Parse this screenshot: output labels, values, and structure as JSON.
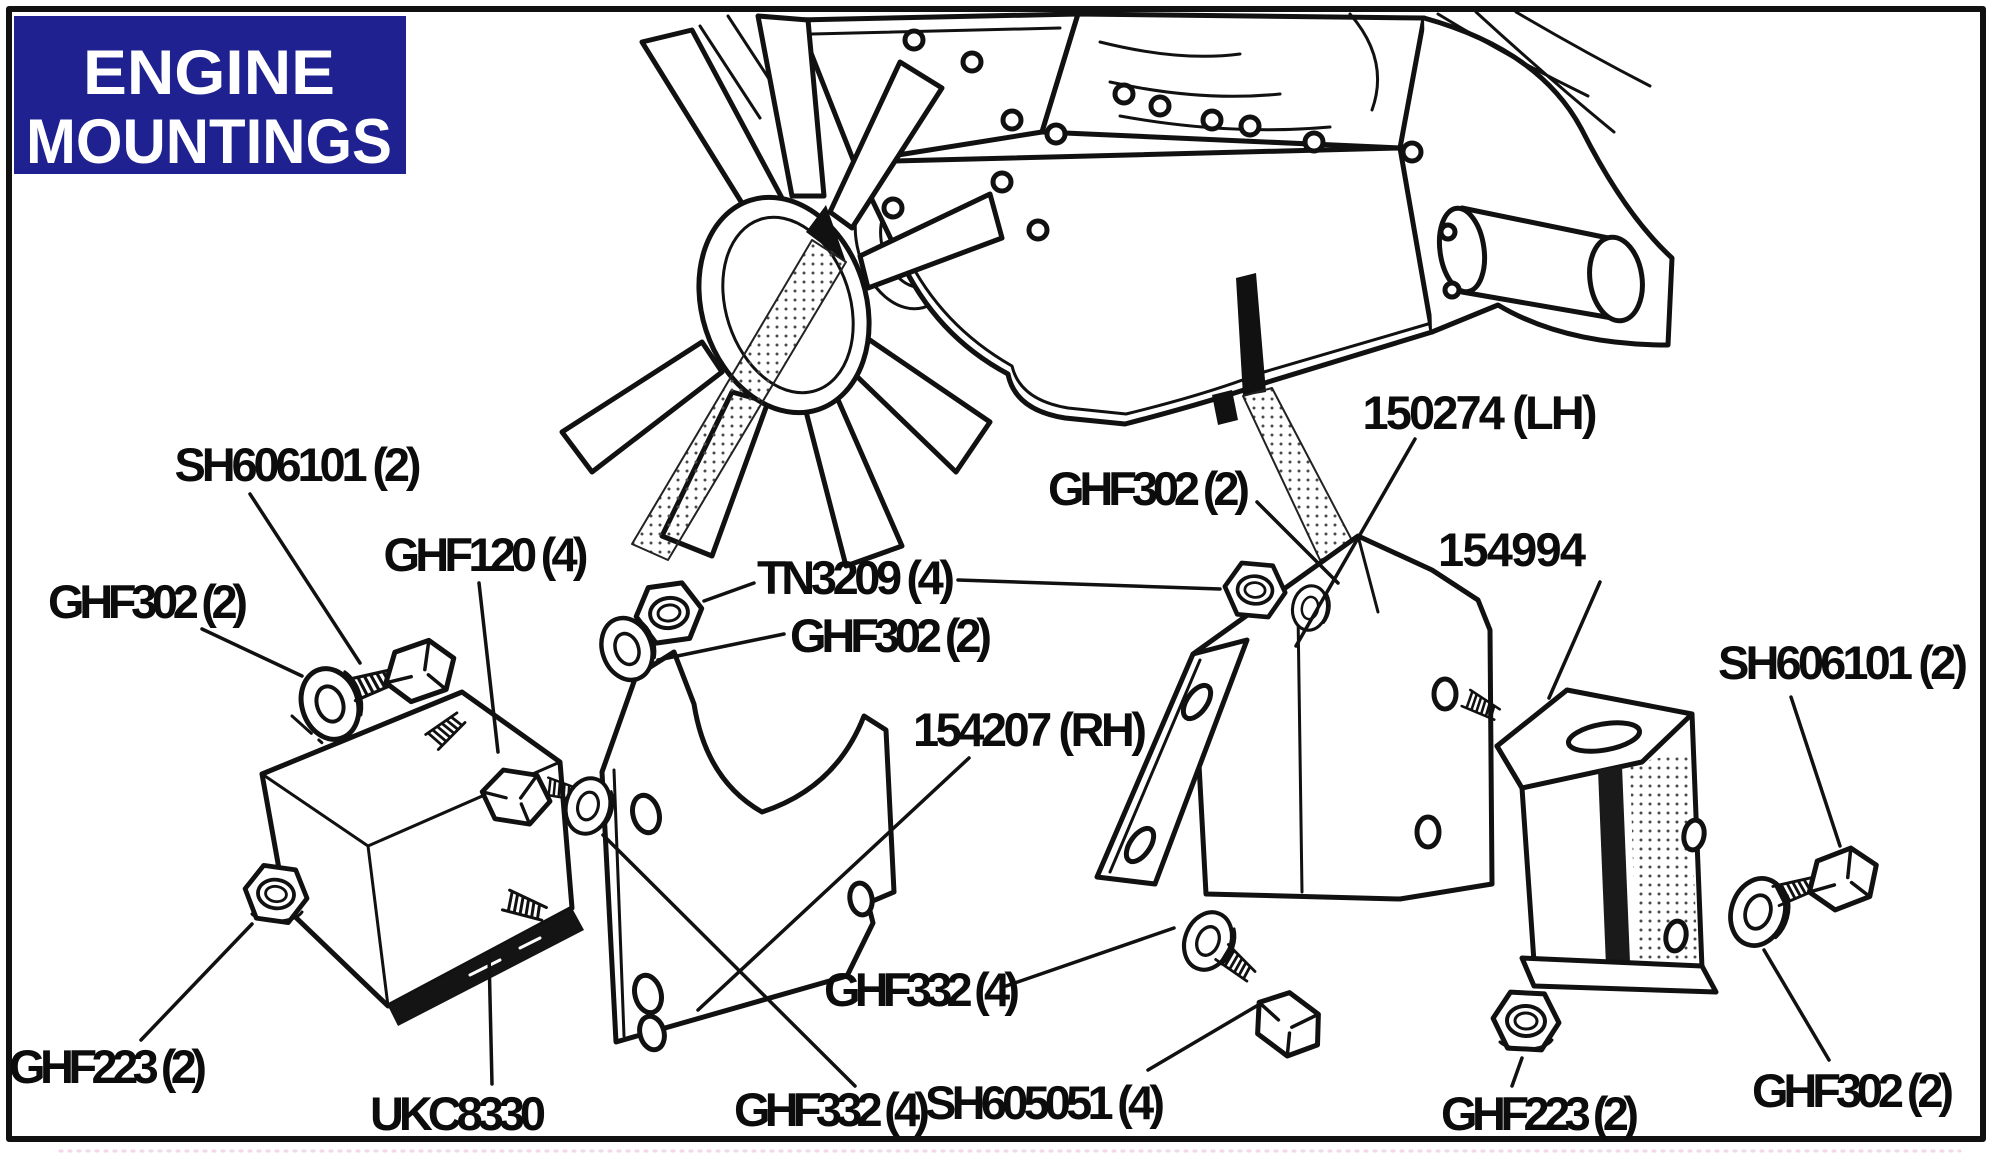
{
  "diagram": {
    "title_lines": [
      "ENGINE",
      "MOUNTINGS"
    ],
    "colors": {
      "title_bg": "#1e218f",
      "title_fg": "#ffffff",
      "line": "#111111",
      "background": "#ffffff"
    },
    "callouts": [
      {
        "id": "sh606101-left",
        "text": "SH606101 (2)"
      },
      {
        "id": "ghf302-left",
        "text": "GHF302 (2)"
      },
      {
        "id": "ghf120",
        "text": "GHF120 (4)"
      },
      {
        "id": "tn3209",
        "text": "TN3209 (4)"
      },
      {
        "id": "ghf302-mid",
        "text": "GHF302 (2)"
      },
      {
        "id": "ghf302-upper-mid",
        "text": "GHF302 (2)"
      },
      {
        "id": "150274-lh",
        "text": "150274 (LH)"
      },
      {
        "id": "154994",
        "text": "154994"
      },
      {
        "id": "sh606101-right",
        "text": "SH606101 (2)"
      },
      {
        "id": "154207-rh",
        "text": "154207 (RH)"
      },
      {
        "id": "ghf332-mid",
        "text": "GHF332 (4)"
      },
      {
        "id": "sh605051",
        "text": "SH605051 (4)"
      },
      {
        "id": "ghf332-bottom",
        "text": "GHF332 (4)"
      },
      {
        "id": "ukc8330",
        "text": "UKC8330"
      },
      {
        "id": "ghf223-left",
        "text": "GHF223 (2)"
      },
      {
        "id": "ghf223-right",
        "text": "GHF223 (2)"
      },
      {
        "id": "ghf302-bottom-right",
        "text": "GHF302 (2)"
      }
    ]
  }
}
